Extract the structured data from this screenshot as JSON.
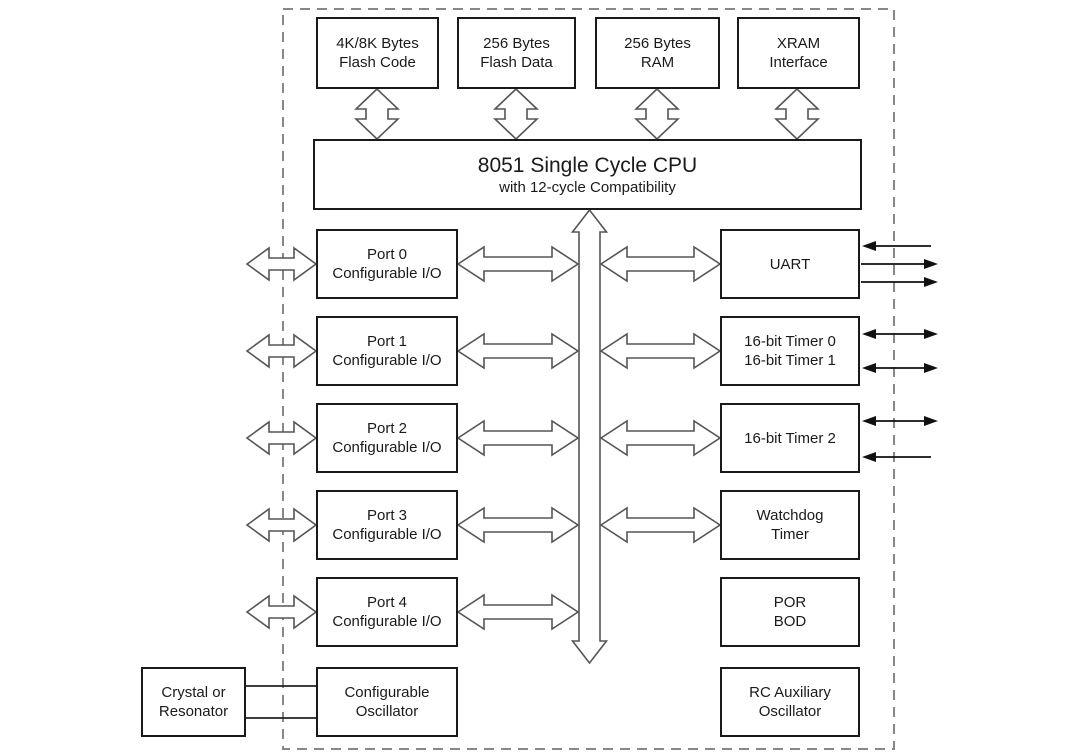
{
  "diagram": {
    "memory_row": [
      {
        "line1": "4K/8K Bytes",
        "line2": "Flash Code"
      },
      {
        "line1": "256 Bytes",
        "line2": "Flash Data"
      },
      {
        "line1": "256 Bytes",
        "line2": "RAM"
      },
      {
        "line1": "XRAM",
        "line2": "Interface"
      }
    ],
    "cpu": {
      "title": "8051 Single Cycle CPU",
      "subtitle": "with 12-cycle Compatibility"
    },
    "ports": [
      {
        "line1": "Port 0",
        "line2": "Configurable I/O"
      },
      {
        "line1": "Port 1",
        "line2": "Configurable I/O"
      },
      {
        "line1": "Port 2",
        "line2": "Configurable I/O"
      },
      {
        "line1": "Port 3",
        "line2": "Configurable I/O"
      },
      {
        "line1": "Port 4",
        "line2": "Configurable I/O"
      }
    ],
    "peripherals": [
      {
        "line1": "UART",
        "line2": ""
      },
      {
        "line1": "16-bit Timer 0",
        "line2": "16-bit Timer 1"
      },
      {
        "line1": "16-bit Timer 2",
        "line2": ""
      },
      {
        "line1": "Watchdog",
        "line2": "Timer"
      },
      {
        "line1": "POR",
        "line2": "BOD"
      },
      {
        "line1": "RC Auxiliary",
        "line2": "Oscillator"
      }
    ],
    "external": {
      "crystal": {
        "line1": "Crystal or",
        "line2": "Resonator"
      }
    },
    "oscillator": {
      "line1": "Configurable",
      "line2": "Oscillator"
    },
    "colors": {
      "box_border": "#1a1a1a",
      "hollow_arrow_stroke": "#555555",
      "thin_arrow": "#111111",
      "dashed_border": "#888888",
      "background": "#ffffff"
    }
  }
}
